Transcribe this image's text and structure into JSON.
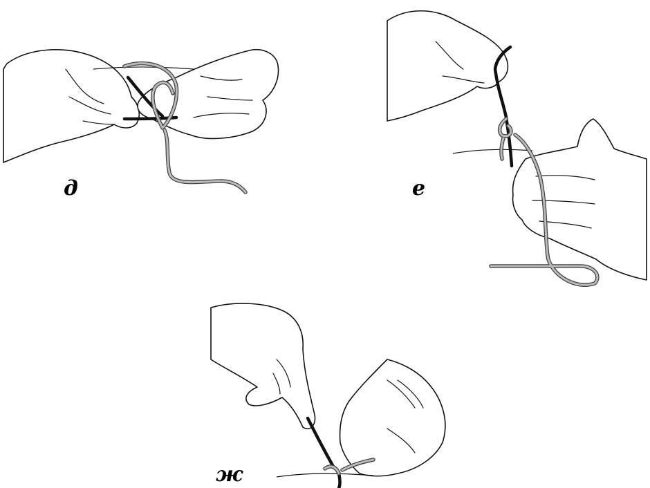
{
  "panels": [
    {
      "id": "d",
      "label": "д"
    },
    {
      "id": "e",
      "label": "е"
    },
    {
      "id": "zh",
      "label": "ж"
    }
  ],
  "colors": {
    "background": "#ffffff",
    "line": "#111111",
    "dark_thread": "#111111",
    "light_thread": "#bbbbbb"
  }
}
